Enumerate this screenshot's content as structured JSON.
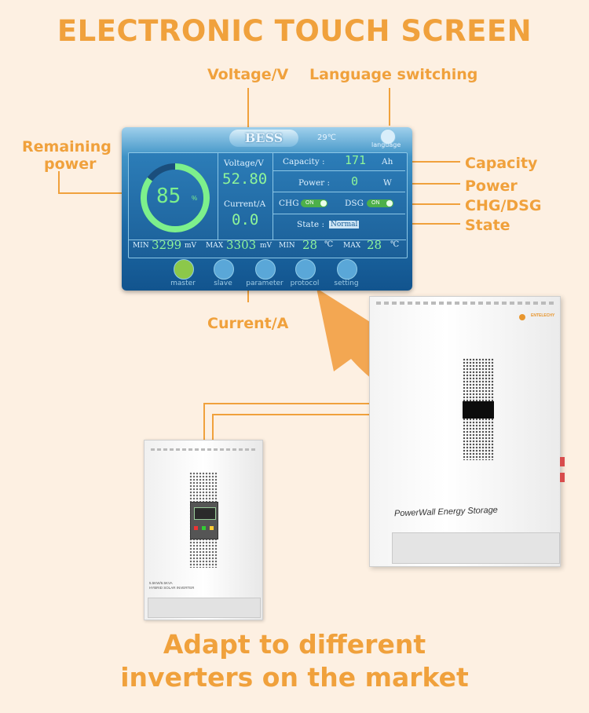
{
  "headline": "ELECTRONIC TOUCH SCREEN",
  "callouts": {
    "voltage": "Voltage/V",
    "language": "Language switching",
    "remaining_line1": "Remaining",
    "remaining_line2": "power",
    "capacity": "Capacity",
    "power": "Power",
    "chg_dsg": "CHG/DSG",
    "state": "State",
    "current": "Current/A"
  },
  "screen": {
    "title": "BESS",
    "temperature": "29℃",
    "language_label": "language",
    "soc_value": "85",
    "soc_unit": "%",
    "soc_fraction": 0.85,
    "voltage_label": "Voltage/V",
    "voltage_value": "52.80",
    "current_label": "Current/A",
    "current_value": "0.0",
    "capacity_label": "Capacity :",
    "capacity_value": "171",
    "capacity_unit": "Ah",
    "power_label": "Power :",
    "power_value": "0",
    "power_unit": "W",
    "chg_label": "CHG",
    "chg_toggle": "ON",
    "dsg_label": "DSG",
    "dsg_toggle": "ON",
    "state_label": "State :",
    "state_value": "Normal",
    "min_label": "MIN",
    "min_mv": "3299",
    "mv_unit": "mV",
    "max_label": "MAX",
    "max_mv": "3303",
    "min_temp_label": "MIN",
    "min_temp": "28",
    "temp_unit": "℃",
    "max_temp_label": "MAX",
    "max_temp": "28",
    "nav": [
      "master",
      "slave",
      "parameter",
      "protocol",
      "setting"
    ]
  },
  "devices": {
    "powerwall_label": "PowerWall Energy Storage",
    "powerwall_brand": "ENTELECHY",
    "inverter_model": "5.5KW/6.5KVA",
    "inverter_name": "HYBRID SOLAR INVERTER"
  },
  "footer": {
    "line1": "Adapt to different",
    "line2": "inverters on the market"
  },
  "colors": {
    "accent": "#f0a13c",
    "background": "#fdf0e2",
    "screen_blue": "#1d6aa6",
    "screen_green": "#7df08c"
  }
}
